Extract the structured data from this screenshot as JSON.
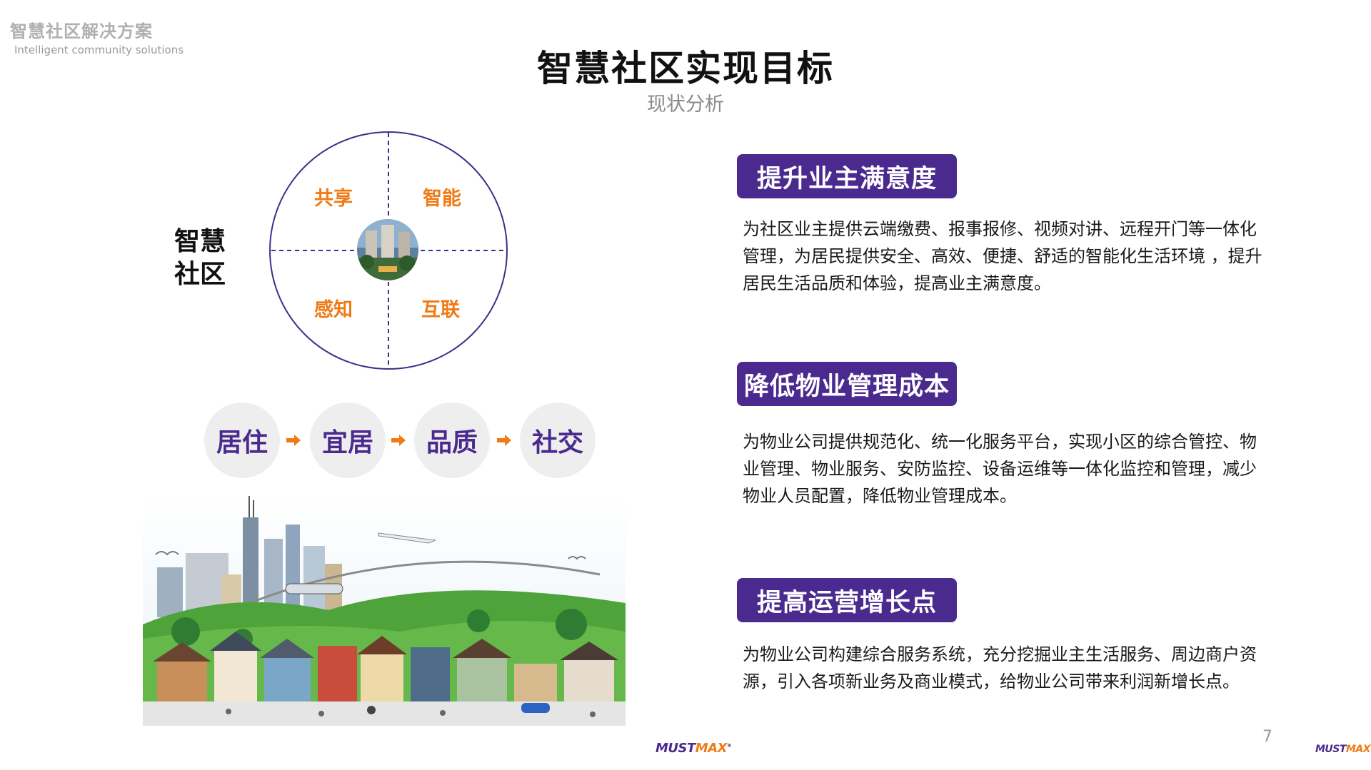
{
  "header": {
    "corner_cn": "智慧社区解决方案",
    "corner_en": "Intelligent community solutions",
    "title": "智慧社区实现目标",
    "subtitle": "现状分析"
  },
  "diagram": {
    "side_label_line1": "智慧",
    "side_label_line2": "社区",
    "quadrants": [
      "共享",
      "智能",
      "感知",
      "互联"
    ],
    "flow": [
      "居住",
      "宜居",
      "品质",
      "社交"
    ]
  },
  "goals": [
    {
      "title": "提升业主满意度",
      "text": "为社区业主提供云端缴费、报事报修、视频对讲、远程开门等一体化管理，为居民提供安全、高效、便捷、舒适的智能化生活环境 ，提升居民生活品质和体验，提高业主满意度。"
    },
    {
      "title": "降低物业管理成本",
      "text": "为物业公司提供规范化、统一化服务平台，实现小区的综合管控、物业管理、物业服务、安防监控、设备运维等一体化监控和管理，减少物业人员配置，降低物业管理成本。"
    },
    {
      "title": "提高运营增长点",
      "text": "为物业公司构建综合服务系统，充分挖掘业主生活服务、周边商户资源，引入各项新业务及商业模式，给物业公司带来利润新增长点。"
    }
  ],
  "footer": {
    "page_number": "7",
    "logo_must": "MUST",
    "logo_max": "MAX"
  },
  "colors": {
    "purple": "#4b2a8f",
    "orange": "#f07b16",
    "gray_circle": "#eeeeee"
  }
}
